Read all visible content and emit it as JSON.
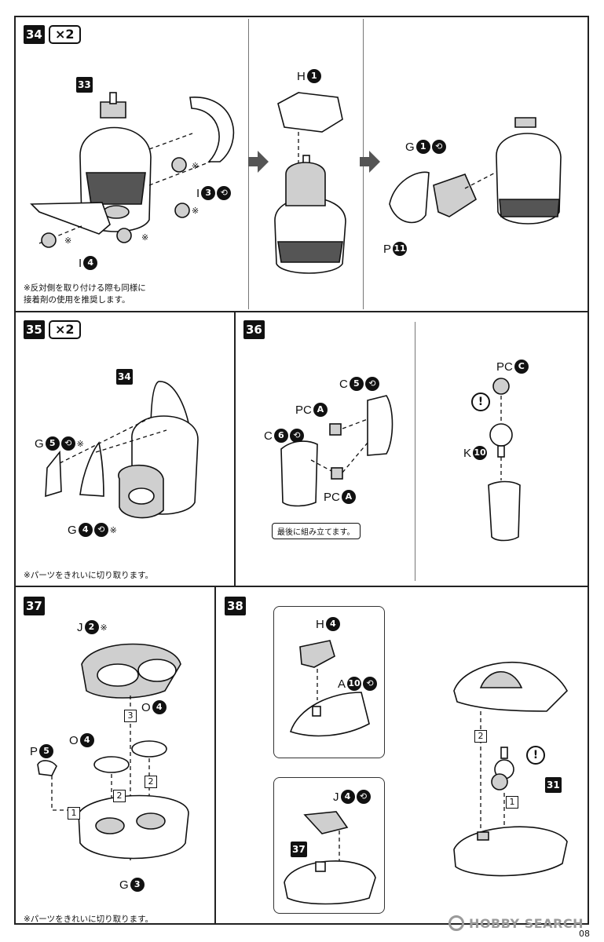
{
  "steps": {
    "s34": {
      "number": "34",
      "qty": "×2",
      "ref": "33",
      "note_line1": "※反対側を取り付ける際も同様に",
      "note_line2": "接着剤の使用を推奨します。",
      "labels": {
        "h1": "H",
        "h1n": "1",
        "g1": "G",
        "g1n": "1",
        "p11": "P",
        "p11n": "11",
        "i3": "I",
        "i3n": "3",
        "i4": "I",
        "i4n": "4"
      }
    },
    "s35": {
      "number": "35",
      "qty": "×2",
      "ref": "34",
      "note": "※パーツをきれいに切り取ります。",
      "labels": {
        "g5": "G",
        "g5n": "5",
        "g4": "G",
        "g4n": "4"
      }
    },
    "s36": {
      "number": "36",
      "callout": "最後に組み立てます。",
      "labels": {
        "c5": "C",
        "c5n": "5",
        "pca1": "PC",
        "pca1n": "A",
        "c6": "C",
        "c6n": "6",
        "pca2": "PC",
        "pca2n": "A",
        "pcc": "PC",
        "pccn": "C",
        "k10": "K",
        "k10n": "10"
      }
    },
    "s37": {
      "number": "37",
      "note": "※パーツをきれいに切り取ります。",
      "labels": {
        "j2": "J",
        "j2n": "2",
        "o4a": "O",
        "o4an": "4",
        "o4b": "O",
        "o4bn": "4",
        "p5": "P",
        "p5n": "5",
        "g3": "G",
        "g3n": "3"
      },
      "order": [
        "3",
        "2",
        "2",
        "1"
      ]
    },
    "s38": {
      "number": "38",
      "ref_a": "37",
      "ref_b": "31",
      "labels": {
        "h4": "H",
        "h4n": "4",
        "a10": "A",
        "a10n": "10",
        "j4": "J",
        "j4n": "4"
      },
      "order": [
        "2",
        "1"
      ]
    }
  },
  "marks": {
    "asterisk": "※",
    "warning": "!"
  },
  "footer": {
    "page": "08",
    "watermark": "HOBBY SEARCH"
  }
}
